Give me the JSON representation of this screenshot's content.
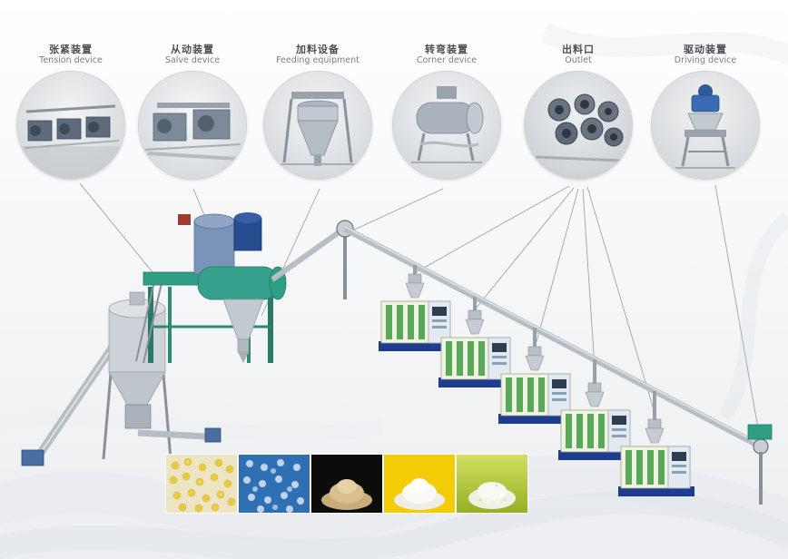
{
  "callouts": [
    {
      "id": "tension-device",
      "zh": "张紧装置",
      "en": "Tension device",
      "photo": "tension-device-photo"
    },
    {
      "id": "salve-device",
      "zh": "从动装置",
      "en": "Salve device",
      "photo": "salve-device-photo"
    },
    {
      "id": "feeding-equipment",
      "zh": "加料设备",
      "en": "Feeding equipment",
      "photo": "feeding-equipment-photo"
    },
    {
      "id": "corner-device",
      "zh": "转弯装置",
      "en": "Corner device",
      "photo": "corner-device-photo"
    },
    {
      "id": "outlet",
      "zh": "出料口",
      "en": "Outlet",
      "photo": "outlet-photo"
    },
    {
      "id": "driving-device",
      "zh": "驱动装置",
      "en": "Driving device",
      "photo": "driving-device-photo"
    }
  ],
  "samples": [
    {
      "id": "sample-yellow-resin-pellets"
    },
    {
      "id": "sample-blue-plastic-pellets"
    },
    {
      "id": "sample-tan-powder"
    },
    {
      "id": "sample-white-powder"
    },
    {
      "id": "sample-white-granules"
    }
  ],
  "colors": {
    "machine_body_cream": "#f0f3e2",
    "machine_stripe_green": "#5aa85a",
    "machine_base_blue": "#1d3c8f",
    "mixer_teal": "#2f9e84",
    "pipe_gray": "#b7bdc4",
    "sample_blue": "#2f6fb3",
    "sample_yellow": "#f2cd05",
    "sample_green": "#9ab528",
    "sample_black": "#0c0c0c"
  }
}
